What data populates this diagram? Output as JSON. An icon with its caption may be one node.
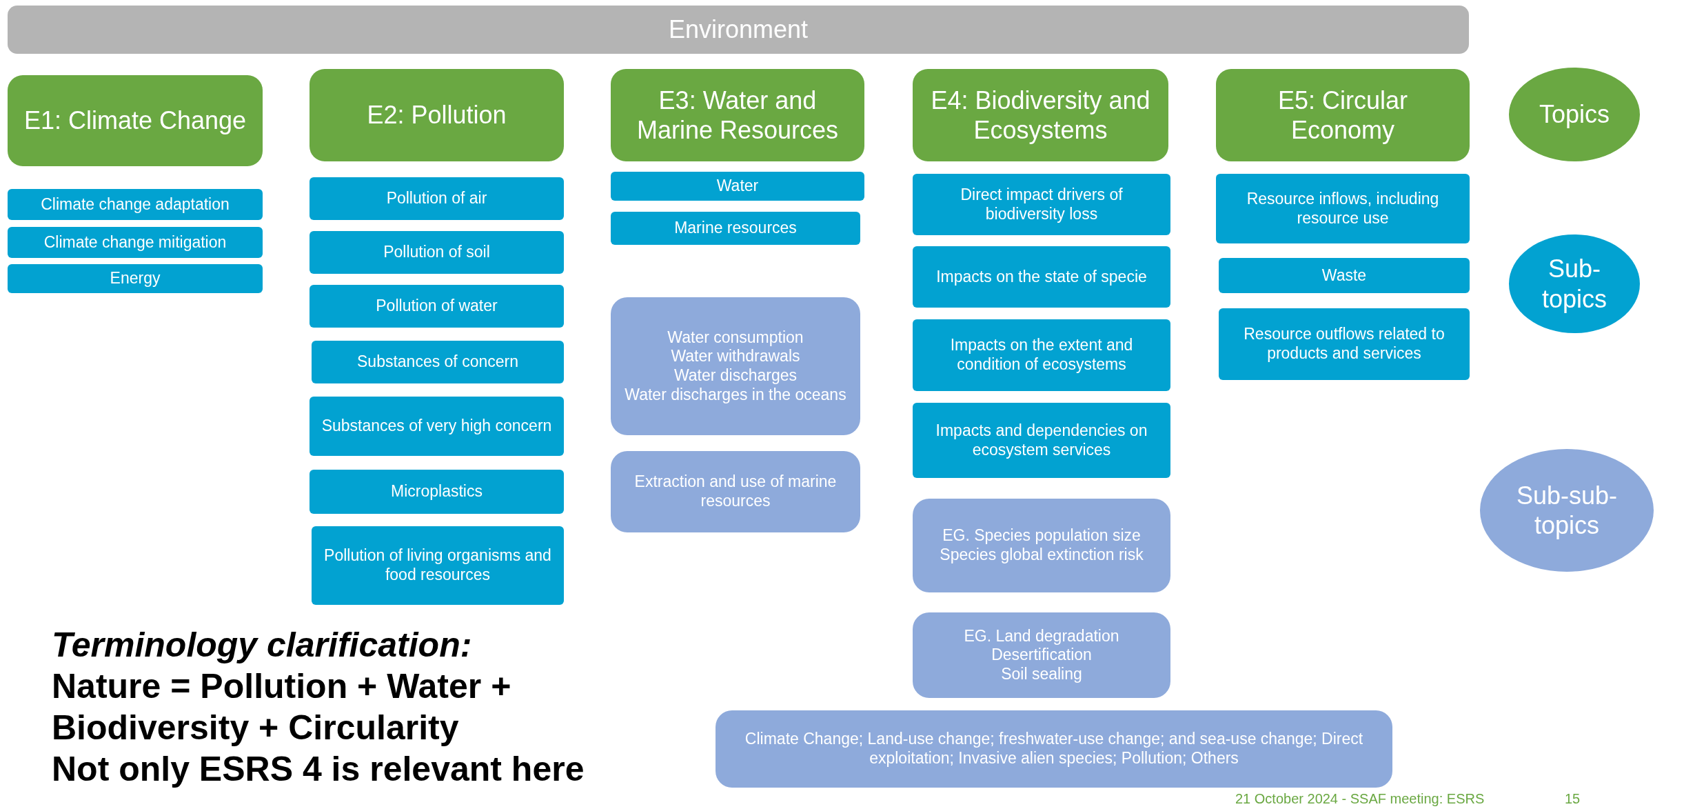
{
  "diagram": {
    "nodes": [
      {
        "text": [
          "Environment"
        ]
      },
      {
        "text": [
          "E1: Climate Change"
        ]
      },
      {
        "text": [
          "E2: Pollution"
        ]
      },
      {
        "text": [
          "E3: Water and Marine Resources"
        ]
      },
      {
        "text": [
          "E4: Biodiversity and Ecosystems"
        ]
      },
      {
        "text": [
          "E5: Circular Economy"
        ]
      },
      {
        "text": [
          "Topics"
        ]
      },
      {
        "text": [
          "Climate change adaptation"
        ]
      },
      {
        "text": [
          "Climate change mitigation"
        ]
      },
      {
        "text": [
          "Energy"
        ]
      },
      {
        "text": [
          "Pollution of air"
        ]
      },
      {
        "text": [
          "Pollution of soil"
        ]
      },
      {
        "text": [
          "Pollution of water"
        ]
      },
      {
        "text": [
          "Substances of concern"
        ]
      },
      {
        "text": [
          "Substances of very high concern"
        ]
      },
      {
        "text": [
          "Microplastics"
        ]
      },
      {
        "text": [
          "Pollution of living organisms and food resources"
        ]
      },
      {
        "text": [
          "Water"
        ]
      },
      {
        "text": [
          "Marine resources"
        ]
      },
      {
        "text": [
          "Water consumption",
          "Water withdrawals",
          "Water discharges",
          "Water discharges in the oceans"
        ]
      },
      {
        "text": [
          "Extraction and use of marine resources"
        ]
      },
      {
        "text": [
          "Direct impact drivers of biodiversity loss"
        ]
      },
      {
        "text": [
          "Impacts on the state of specie"
        ]
      },
      {
        "text": [
          "Impacts on the extent and condition of ecosystems"
        ]
      },
      {
        "text": [
          "Impacts and dependencies on ecosystem services"
        ]
      },
      {
        "text": [
          "EG. Species population size",
          "Species global extinction risk"
        ]
      },
      {
        "text": [
          "EG. Land degradation",
          "Desertification",
          "Soil sealing"
        ]
      },
      {
        "text": [
          "Resource inflows, including resource use"
        ]
      },
      {
        "text": [
          "Waste"
        ]
      },
      {
        "text": [
          "Resource outflows related to products and services"
        ]
      },
      {
        "text": [
          "Sub-topics"
        ]
      },
      {
        "text": [
          "Sub-sub-topics"
        ]
      },
      {
        "text": [
          "Climate Change; Land-use change; freshwater-use change; and sea-use change; Direct exploitation; Invasive alien species; Pollution; Others"
        ]
      }
    ],
    "labels": [
      "Terminology clarification:",
      "Nature = Pollution + Water + Biodiversity + Circularity",
      "Not only ESRS 4 is relevant here",
      "21 October 2024 - SSAF meeting: ESRS",
      "15"
    ]
  }
}
